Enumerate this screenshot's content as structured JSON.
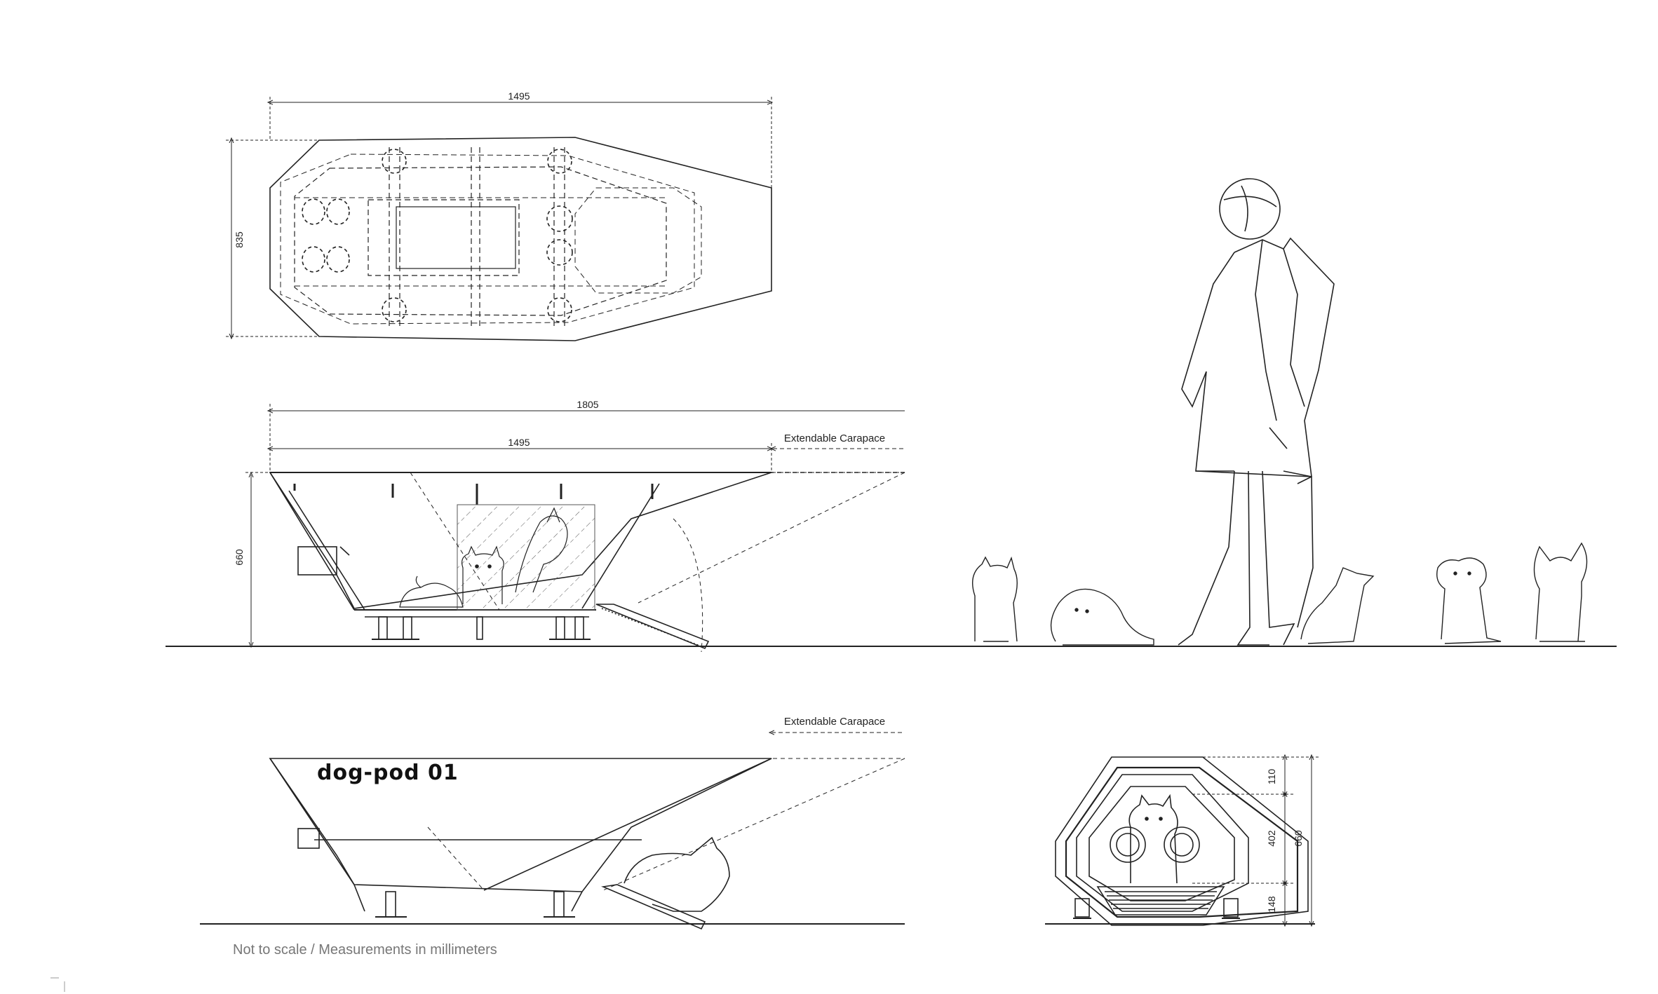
{
  "dimensions": {
    "top_length": "1495",
    "top_width": "835",
    "side_total_length": "1805",
    "side_body_length": "1495",
    "side_height": "660",
    "front_top": "110",
    "front_mid": "402",
    "front_bottom": "148",
    "front_height": "660"
  },
  "labels": {
    "extendable_carapace": "Extendable Carapace",
    "brand": "dog-pod 01",
    "note": "Not to scale / Measurements in millimeters"
  },
  "icons": [
    "person-figure",
    "dog-silhouette"
  ],
  "colors": {
    "line": "#222222",
    "note": "#777777"
  }
}
